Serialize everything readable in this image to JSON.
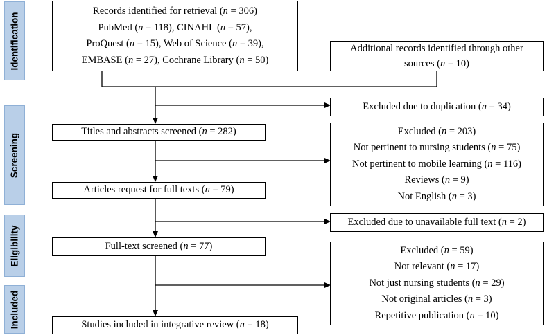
{
  "phases": {
    "identification": "Identification",
    "screening": "Screening",
    "eligibility": "Eligibility",
    "included": "Included"
  },
  "records_identified": {
    "lines": [
      [
        "Records identified for retrieval (",
        "n",
        " = 306)"
      ],
      [
        "PubMed (",
        "n",
        " = 118), CINAHL (",
        "n",
        " = 57),"
      ],
      [
        "ProQuest (",
        "n",
        " = 15), Web of Science (",
        "n",
        " = 39),"
      ],
      [
        "EMBASE (",
        "n",
        " = 27), Cochrane Library (",
        "n",
        " = 50)"
      ]
    ]
  },
  "additional_records": {
    "lines": [
      [
        "Additional records identified through other"
      ],
      [
        "sources (",
        "n",
        " = 10)"
      ]
    ]
  },
  "excluded_duplication": {
    "lines": [
      [
        "Excluded due to duplication (",
        "n",
        " = 34)"
      ]
    ]
  },
  "titles_screened": {
    "lines": [
      [
        "Titles and abstracts screened (",
        "n",
        " = 282)"
      ]
    ]
  },
  "excluded_screening": {
    "lines": [
      [
        "Excluded (",
        "n",
        " = 203)"
      ],
      [
        "Not pertinent to nursing students (",
        "n",
        " = 75)"
      ],
      [
        "Not pertinent to mobile learning (",
        "n",
        " = 116)"
      ],
      [
        "Reviews (",
        "n",
        " = 9)"
      ],
      [
        "Not English (",
        "n",
        " = 3)"
      ]
    ]
  },
  "full_text_request": {
    "lines": [
      [
        "Articles request for full texts (",
        "n",
        " = 79)"
      ]
    ]
  },
  "excluded_unavailable": {
    "lines": [
      [
        "Excluded due to unavailable full text (",
        "n",
        " = 2)"
      ]
    ]
  },
  "full_text_screened": {
    "lines": [
      [
        "Full-text screened (",
        "n",
        " = 77)"
      ]
    ]
  },
  "excluded_eligibility": {
    "lines": [
      [
        "Excluded (",
        "n",
        " = 59)"
      ],
      [
        "Not relevant (",
        "n",
        " = 17)"
      ],
      [
        "Not just nursing students (",
        "n",
        " = 29)"
      ],
      [
        "Not original  articles (",
        "n",
        " = 3)"
      ],
      [
        "Repetitive publication (",
        "n",
        " = 10)"
      ]
    ]
  },
  "studies_included": {
    "lines": [
      [
        "Studies included in integrative review (",
        "n",
        " = 18)"
      ]
    ]
  }
}
